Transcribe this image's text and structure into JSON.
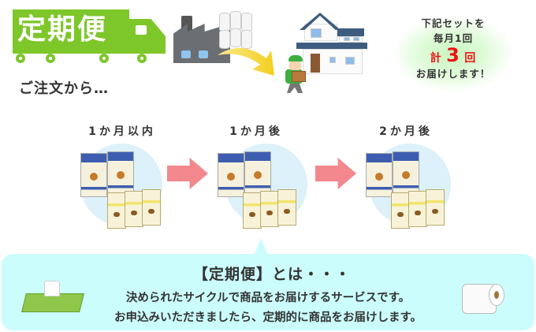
{
  "header": {
    "title": "定期便",
    "subtitle": "ご注文から…",
    "brand_color": "#7dc72a"
  },
  "delivery_flow": {
    "from": "factory-with-toilet-paper",
    "to": "house",
    "courier": "delivery-person-with-box",
    "arrow_color": "#f5d33a"
  },
  "info": {
    "line1": "下記セットを",
    "line2": "毎月1回",
    "line3_prefix": "計",
    "line3_number": "3",
    "line3_suffix": "回",
    "line4": "お届けします！",
    "accent_color": "#ee1111"
  },
  "steps": [
    {
      "label": "1か月以内"
    },
    {
      "label": "1か月後"
    },
    {
      "label": "2か月後"
    }
  ],
  "callout": {
    "title": "【定期便】とは・・・",
    "line1": "決められたサイクルで商品をお届けするサービスです。",
    "line2": "お申込みいただきましたら、定期的に商品をお届けします。",
    "background": "#ccfdfd"
  }
}
